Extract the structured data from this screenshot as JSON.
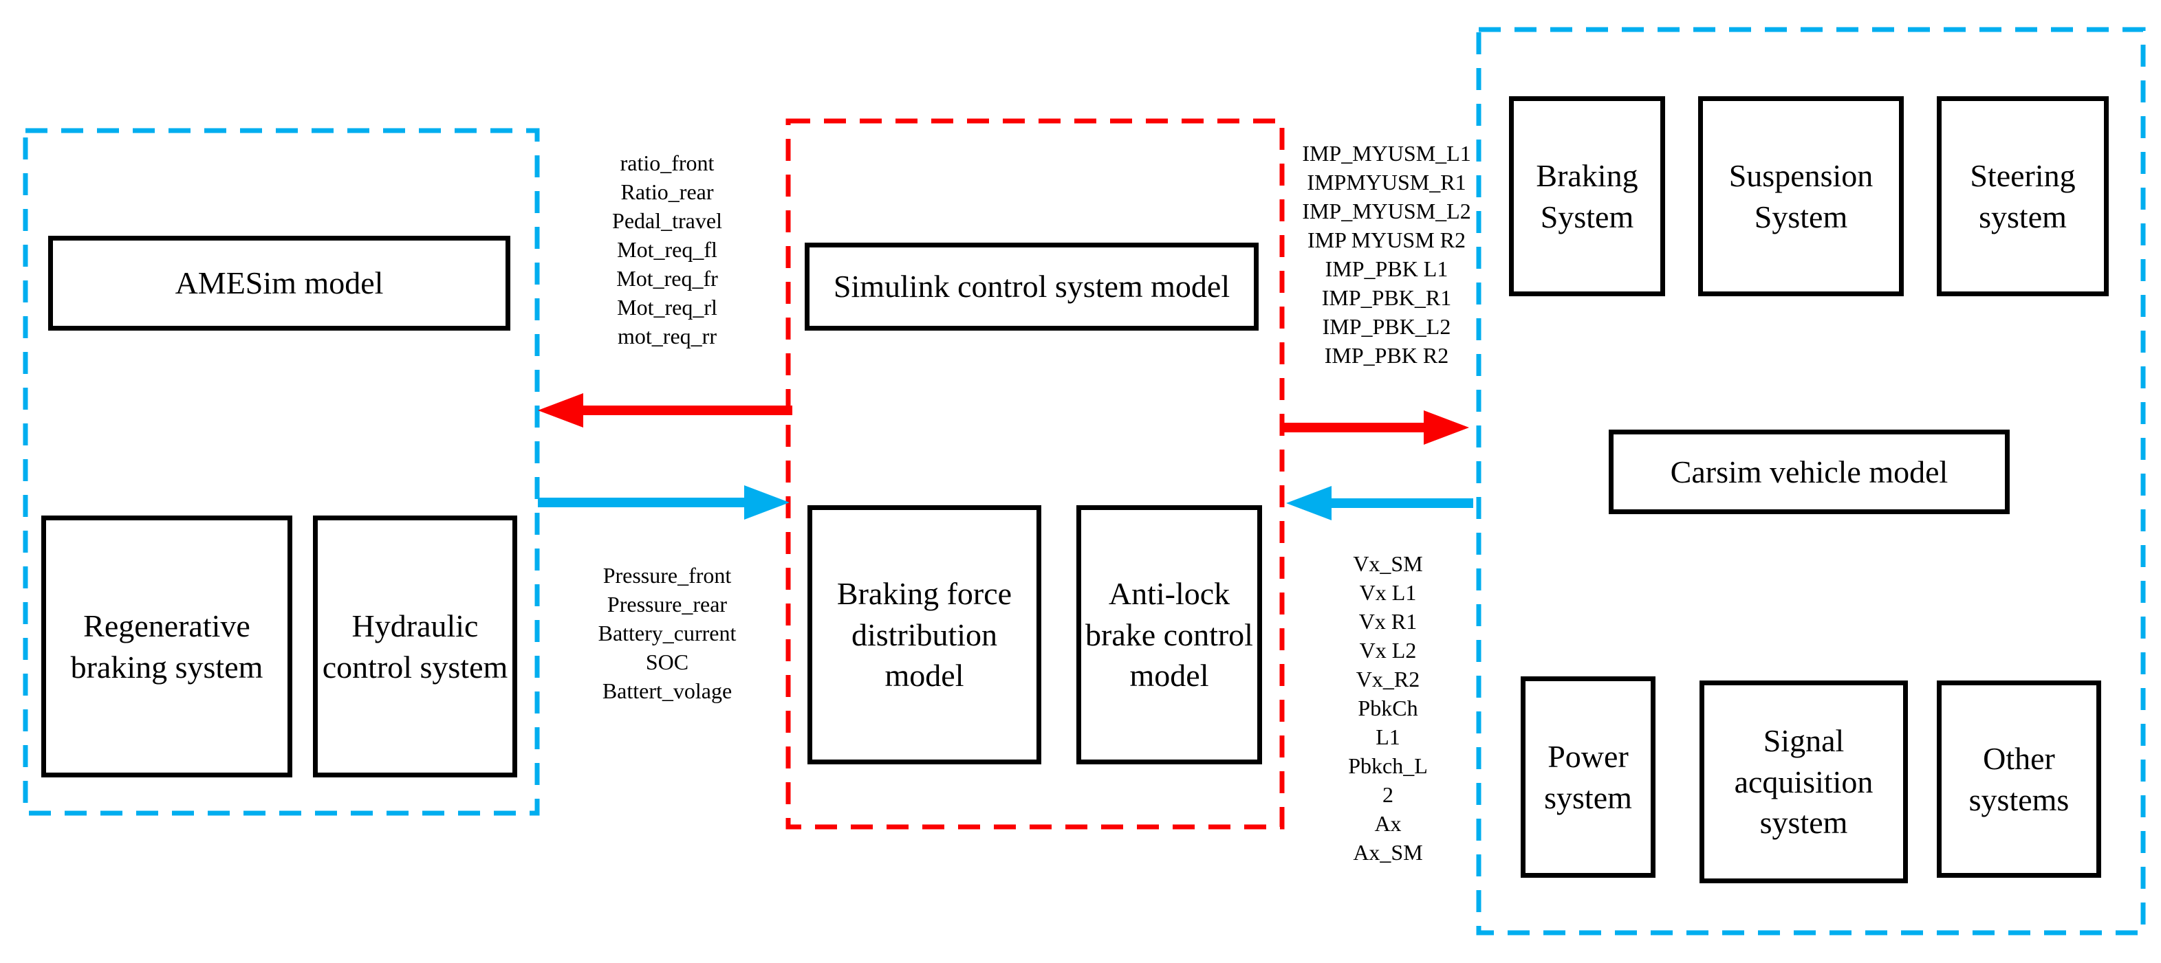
{
  "colors": {
    "dash_blue": "#00AEEF",
    "arrow_red": "#FB0000",
    "box_black": "#000000"
  },
  "groups": {
    "amesim": {
      "title": "AMESim model",
      "subsystems": [
        "Regenerative braking system",
        "Hydraulic control system"
      ]
    },
    "simulink": {
      "title": "Simulink control system model",
      "subsystems": [
        "Braking force distribution model",
        "Anti-lock brake control model"
      ]
    },
    "carsim": {
      "title": "Carsim vehicle model",
      "top_subsystems": [
        "Braking System",
        "Suspension System",
        "Steering system"
      ],
      "bottom_subsystems": [
        "Power system",
        "Signal acquisition system",
        "Other systems"
      ]
    }
  },
  "signals": {
    "simulink_to_amesim": [
      "ratio_front",
      "Ratio_rear",
      "Pedal_travel",
      "Mot_req_fl",
      "Mot_req_fr",
      "Mot_req_rl",
      "mot_req_rr"
    ],
    "amesim_to_simulink": [
      "Pressure_front",
      "Pressure_rear",
      "Battery_current",
      "SOC",
      "Battert_volage"
    ],
    "simulink_to_carsim": [
      "IMP_MYUSM_L1",
      "IMPMYUSM_R1",
      "IMP_MYUSM_L2",
      "IMP MYUSM R2",
      "IMP_PBK L1",
      "IMP_PBK_R1",
      "IMP_PBK_L2",
      "IMP_PBK R2"
    ],
    "carsim_to_simulink": [
      "Vx_SM",
      "Vx L1",
      "Vx R1",
      "Vx L2",
      "Vx_R2",
      "PbkCh",
      "L1",
      "Pbkch_L",
      "2",
      "Ax",
      "Ax_SM"
    ]
  }
}
